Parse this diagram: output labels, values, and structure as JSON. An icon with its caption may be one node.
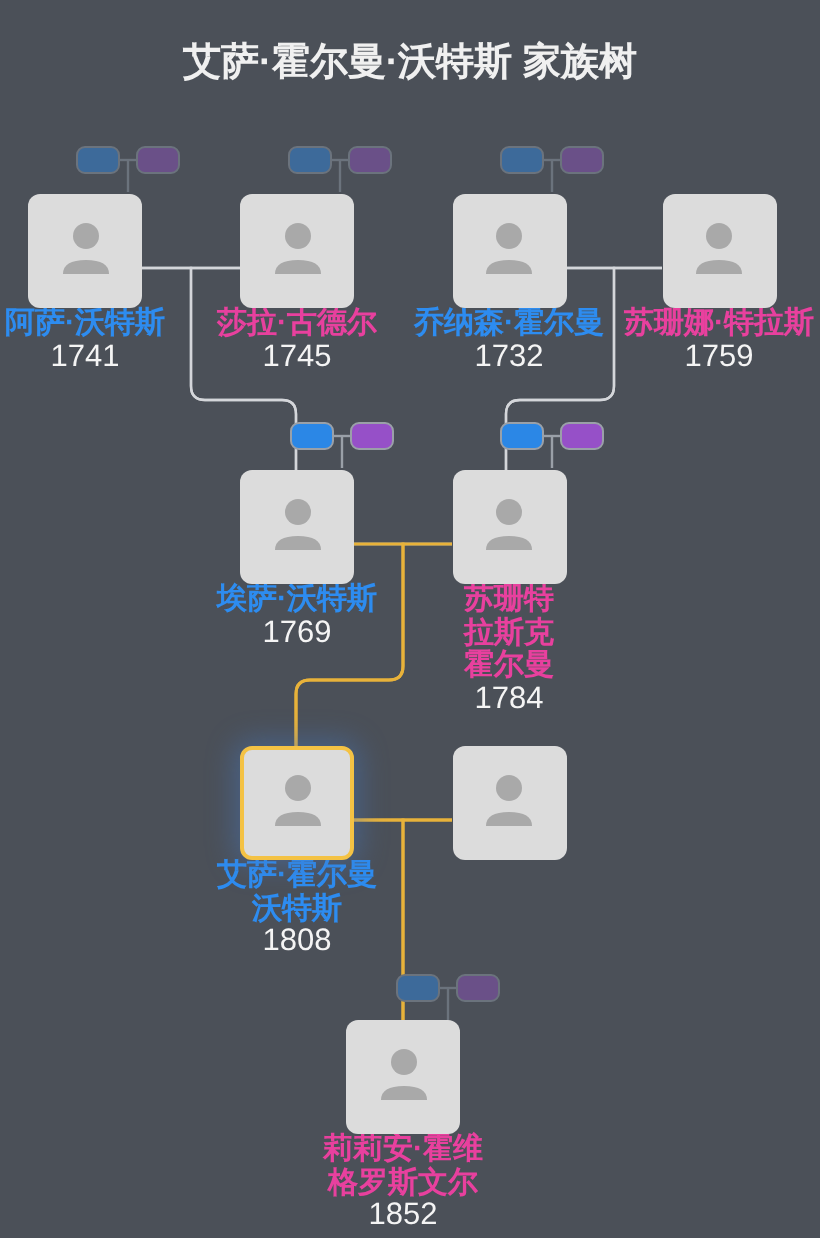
{
  "diagram": {
    "title": "艾萨·霍尔曼·沃特斯 家族树",
    "nodes": [
      {
        "text": [
          "阿萨·沃特斯",
          "1741"
        ]
      },
      {
        "text": [
          "莎拉·古德尔",
          "1745"
        ]
      },
      {
        "text": [
          "乔纳森·霍尔曼",
          "1732"
        ]
      },
      {
        "text": [
          "苏珊娜·特拉斯",
          "1759"
        ]
      },
      {
        "text": [
          "埃萨·沃特斯",
          "1769"
        ]
      },
      {
        "text": [
          "苏珊特拉斯克霍尔曼",
          "1784"
        ]
      },
      {
        "text": [
          "艾萨·霍尔曼沃特斯",
          "1808"
        ]
      },
      {
        "text": [],
        "shape": "person"
      },
      {
        "text": [
          "莉莉安·霍维格罗斯文尔",
          "1852"
        ]
      }
    ],
    "edges": [
      {
        "from": 0,
        "to": 1,
        "arrow": "none"
      },
      {
        "from": 0,
        "to": 4,
        "arrow": "none"
      },
      {
        "from": 1,
        "to": 4,
        "arrow": "none"
      },
      {
        "from": 2,
        "to": 3,
        "arrow": "none"
      },
      {
        "from": 2,
        "to": 5,
        "arrow": "none"
      },
      {
        "from": 3,
        "to": 5,
        "arrow": "none"
      },
      {
        "from": 4,
        "to": 5,
        "arrow": "none"
      },
      {
        "from": 4,
        "to": 6,
        "arrow": "none",
        "color": "#e8b23a"
      },
      {
        "from": 5,
        "to": 6,
        "arrow": "none",
        "color": "#e8b23a"
      },
      {
        "from": 6,
        "to": 7,
        "arrow": "none",
        "color": "#e8b23a"
      },
      {
        "from": 6,
        "to": 8,
        "arrow": "none",
        "color": "#e8b23a"
      },
      {
        "from": 7,
        "to": 8,
        "arrow": "none",
        "color": "#e8b23a"
      }
    ]
  }
}
